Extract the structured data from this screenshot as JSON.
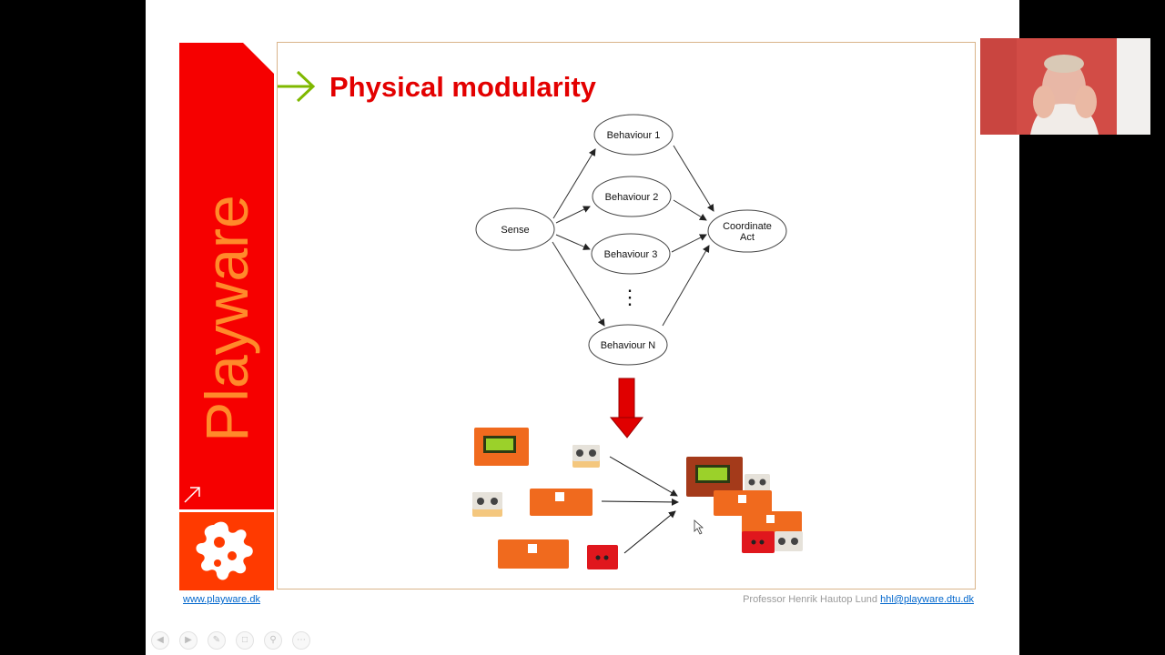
{
  "slide": {
    "title": "Physical modularity",
    "sidebar_text": "Playware",
    "footer_left": "www.playware.dk",
    "footer_presenter": "Professor Henrik Hautop Lund",
    "footer_email": "hhl@playware.dtu.dk"
  },
  "diagram": {
    "nodes": {
      "sense": "Sense",
      "b1": "Behaviour 1",
      "b2": "Behaviour 2",
      "b3": "Behaviour 3",
      "bn": "Behaviour N",
      "coord_line1": "Coordinate",
      "coord_line2": "Act"
    },
    "ellipsis": "⋮"
  },
  "colors": {
    "sidebar_red": "#f60000",
    "logo_orange": "#ff3a00",
    "title_red": "#e30000",
    "module_orange": "#f06a1e",
    "arrow_red": "#e00000",
    "frame_border": "#d9b48a"
  },
  "icons": {
    "title_arrow": "chevron-right-arrow-icon",
    "sidebar_arrow": "diagonal-arrow-icon",
    "logo": "playware-logo-icon",
    "toolbar": [
      "previous-icon",
      "next-icon",
      "pen-icon",
      "slides-icon",
      "zoom-icon",
      "more-icon"
    ]
  }
}
